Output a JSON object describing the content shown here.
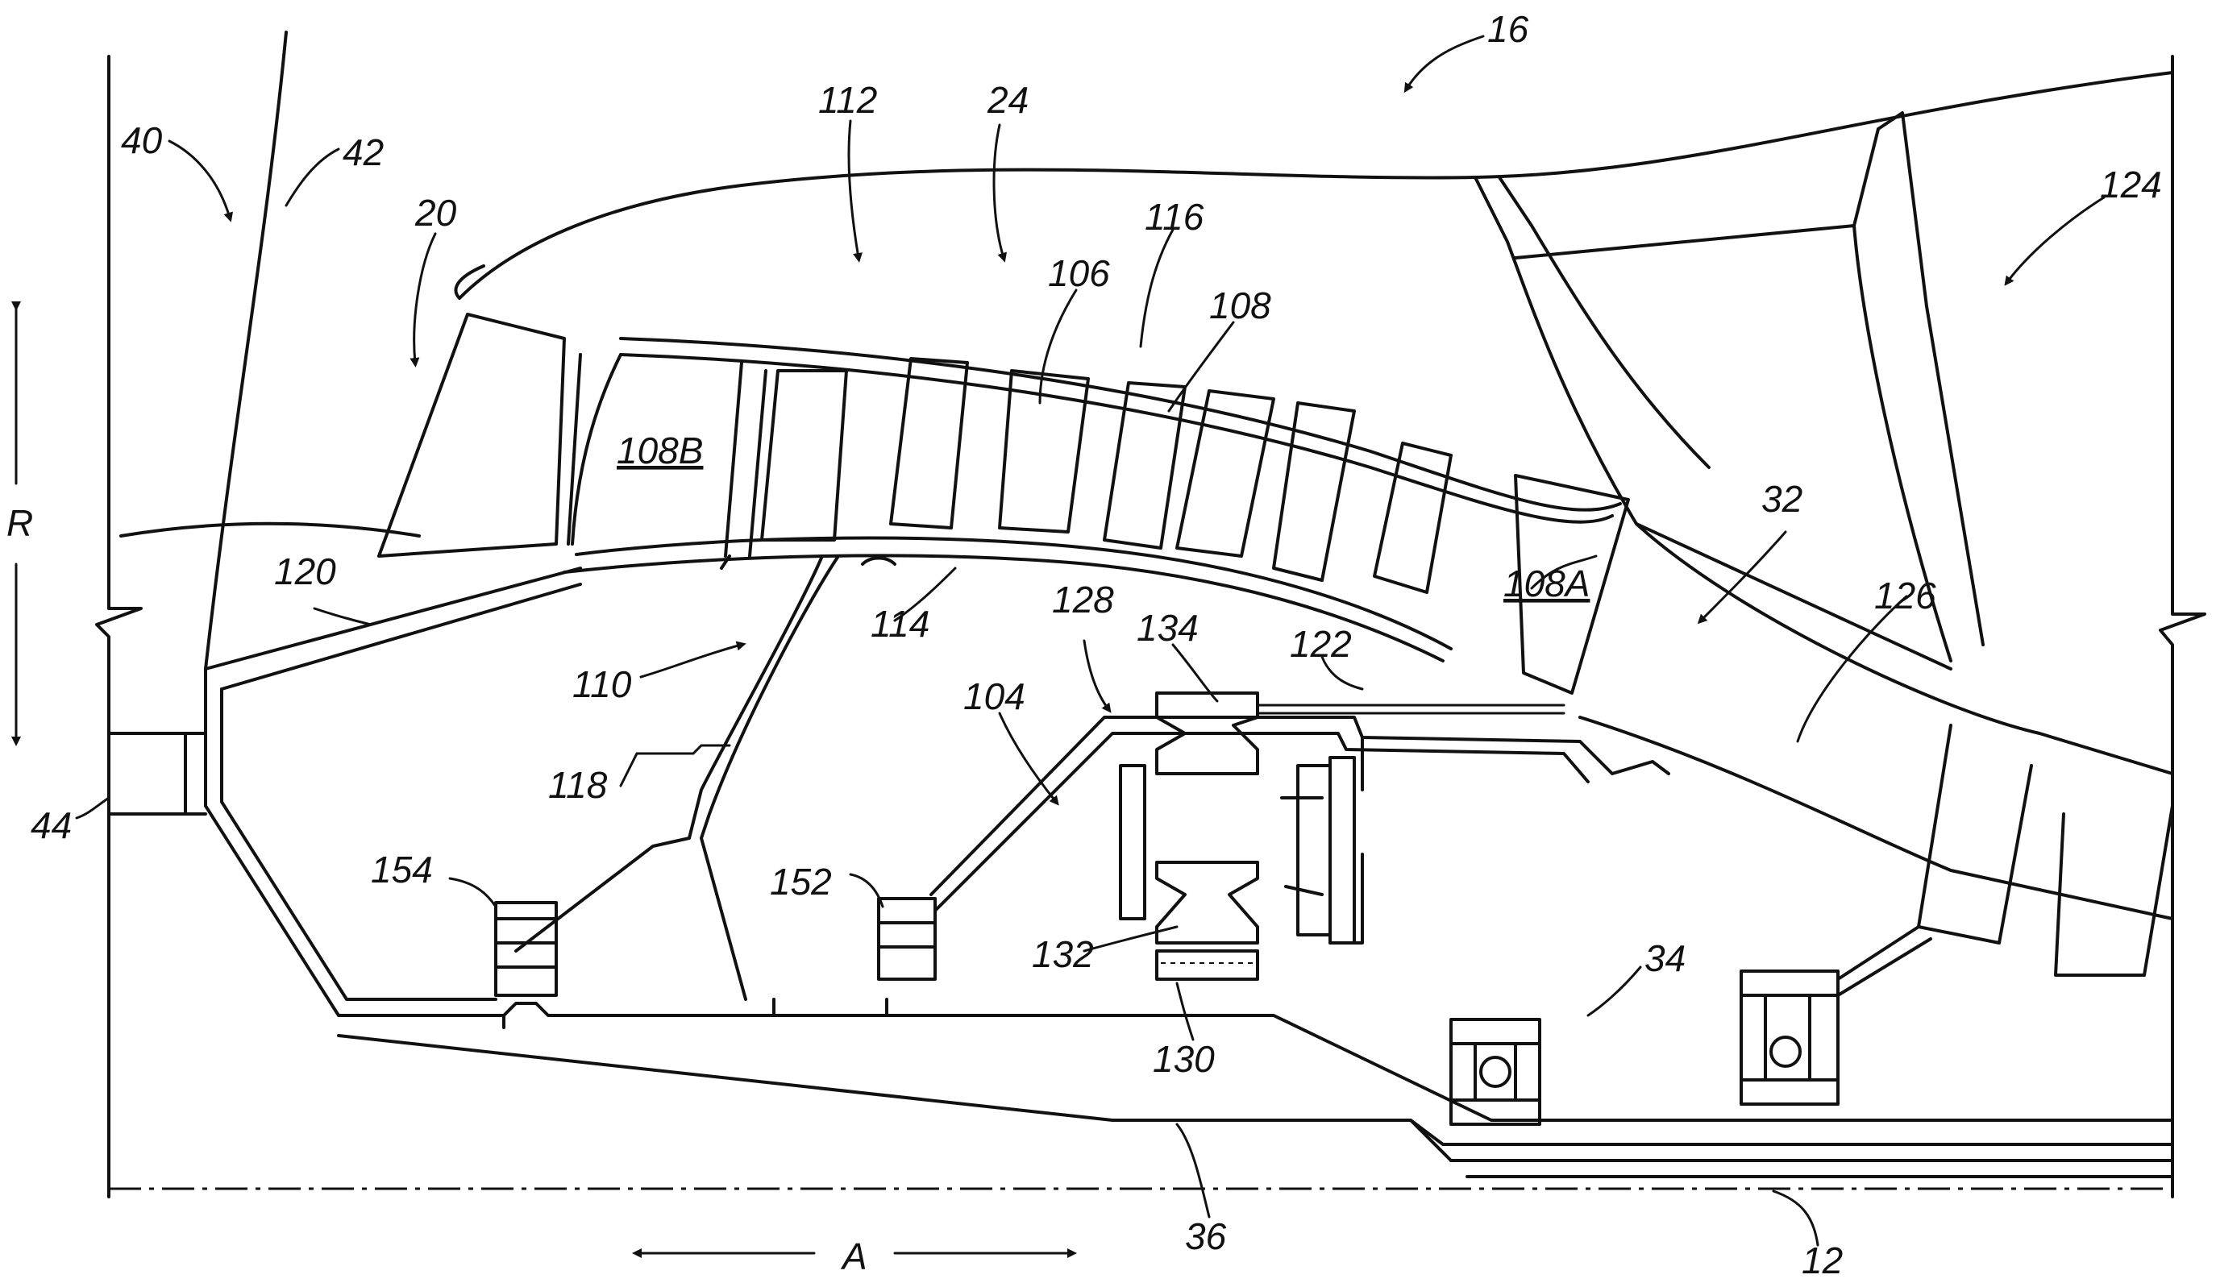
{
  "labels": {
    "l16": "16",
    "l40": "40",
    "l42": "42",
    "l20": "20",
    "l112": "112",
    "l24": "24",
    "l116": "116",
    "l106": "106",
    "l108": "108",
    "l124": "124",
    "l108B": "108B",
    "lR": "R",
    "l120": "120",
    "l32": "32",
    "l126": "126",
    "l110": "110",
    "l114": "114",
    "l128": "128",
    "l134": "134",
    "l122": "122",
    "l108A": "108A",
    "l104": "104",
    "l118": "118",
    "l44": "44",
    "l154": "154",
    "l152": "152",
    "l132": "132",
    "l34": "34",
    "l130": "130",
    "l36": "36",
    "lA": "A",
    "l12": "12"
  },
  "colors": {
    "line": "#111111",
    "background": "#ffffff"
  }
}
